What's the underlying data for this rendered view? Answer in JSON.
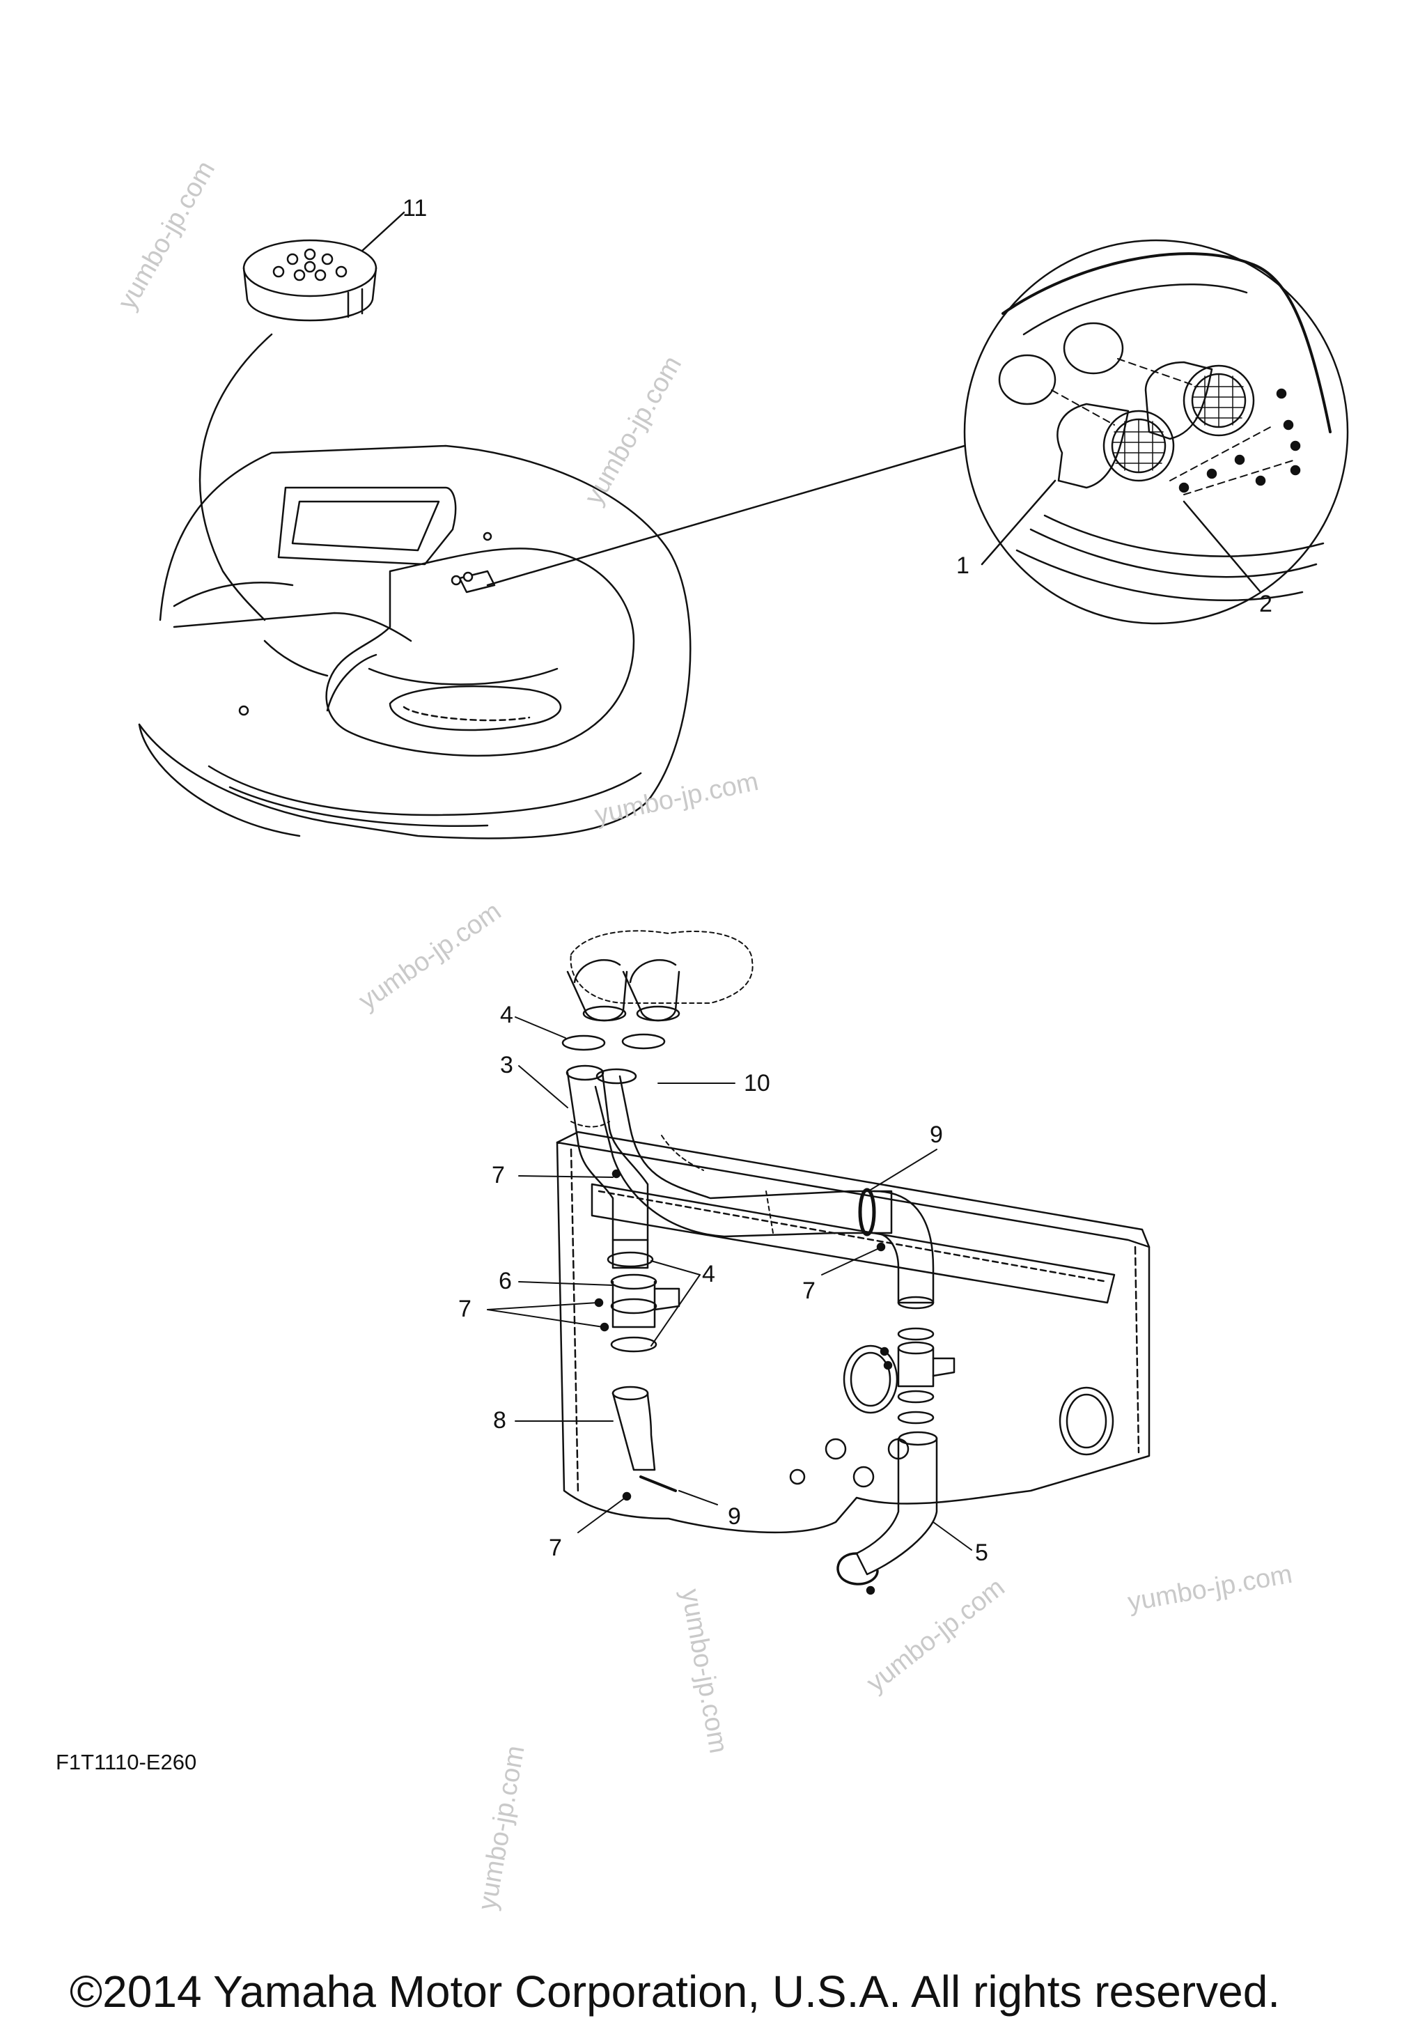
{
  "callouts": {
    "c1": "1",
    "c2": "2",
    "c3": "3",
    "c4a": "4",
    "c4b": "4",
    "c5": "5",
    "c6": "6",
    "c7a": "7",
    "c7b": "7",
    "c7c": "7",
    "c7d": "7",
    "c8": "8",
    "c9a": "9",
    "c9b": "9",
    "c10": "10",
    "c11": "11"
  },
  "diagram_code": "F1T1110-E260",
  "copyright": "©2014 Yamaha Motor Corporation, U.S.A. All rights reserved.",
  "watermark": "yumbo-jp.com"
}
